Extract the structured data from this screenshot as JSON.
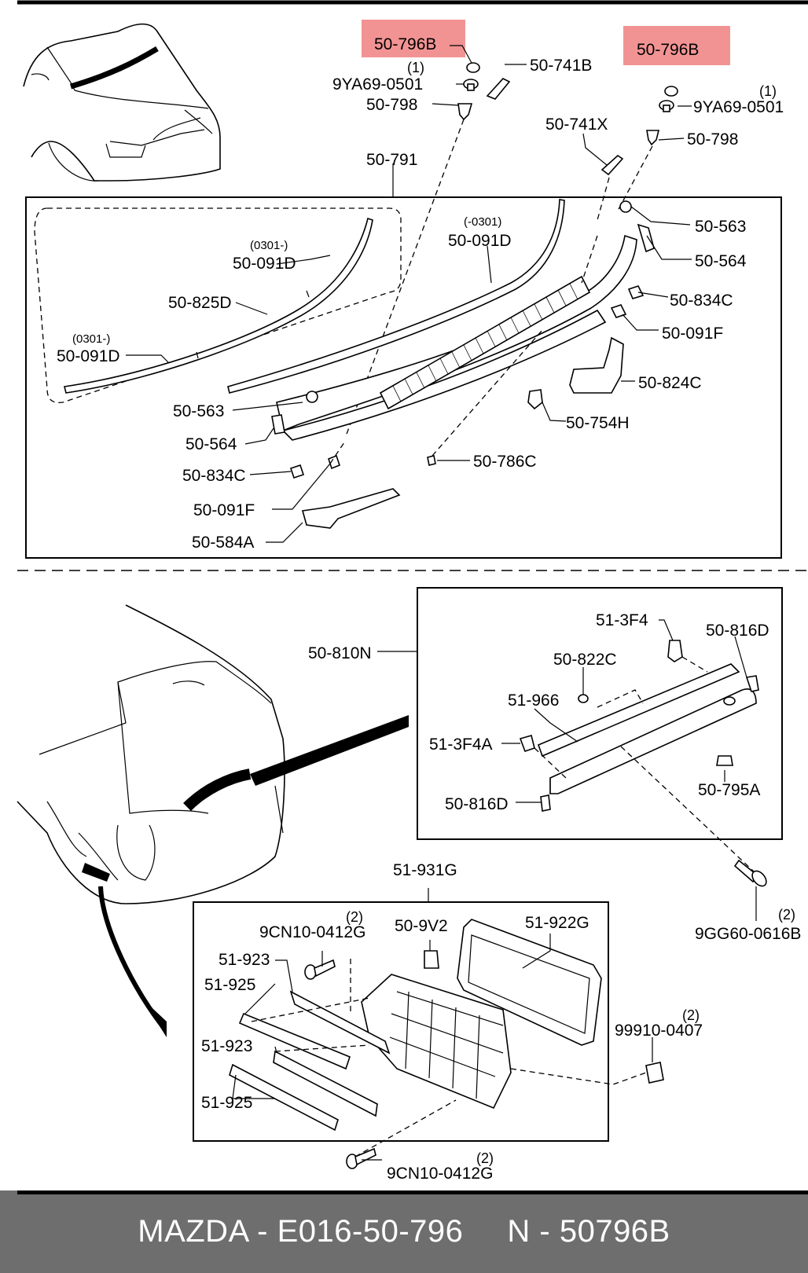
{
  "callouts": {
    "c_50_796B_left": "50-796B",
    "c_50_796B_right": "50-796B",
    "c_9YA69_0501_left": "9YA69-0501",
    "c_9YA69_0501_right": "9YA69-0501",
    "q_1_left": "(1)",
    "q_1_right": "(1)",
    "c_50_798_left": "50-798",
    "c_50_798_right": "50-798",
    "c_50_741B": "50-741B",
    "c_50_741X": "50-741X",
    "c_50_791": "50-791",
    "d_0301_from_a": "(0301-)",
    "c_50_091D_a": "50-091D",
    "d_to_0301": "(-0301)",
    "c_50_091D_b": "50-091D",
    "c_50_825D": "50-825D",
    "d_0301_from_c": "(0301-)",
    "c_50_091D_c": "50-091D",
    "c_50_563_right": "50-563",
    "c_50_564_right": "50-564",
    "c_50_834C_right": "50-834C",
    "c_50_091F_right": "50-091F",
    "c_50_824C": "50-824C",
    "c_50_563_left": "50-563",
    "c_50_754H": "50-754H",
    "c_50_564_left": "50-564",
    "c_50_786C": "50-786C",
    "c_50_834C_left": "50-834C",
    "c_50_091F_left": "50-091F",
    "c_50_584A": "50-584A",
    "c_51_3F4": "51-3F4",
    "c_50_816D_top": "50-816D",
    "c_50_810N": "50-810N",
    "c_50_822C": "50-822C",
    "c_51_966": "51-966",
    "c_51_3F4A": "51-3F4A",
    "c_50_795A": "50-795A",
    "c_50_816D_bottom": "50-816D",
    "q_2_9GG": "(2)",
    "c_9GG60_0616B": "9GG60-0616B",
    "c_51_931G": "51-931G",
    "q_2_9CN_top": "(2)",
    "c_9CN10_0412G_top": "9CN10-0412G",
    "c_50_9V2": "50-9V2",
    "c_51_922G": "51-922G",
    "c_51_923_a": "51-923",
    "c_51_925_a": "51-925",
    "q_2_99910": "(2)",
    "c_99910_0407": "99910-0407",
    "c_51_923_b": "51-923",
    "c_51_925_b": "51-925",
    "q_2_9CN_bottom": "(2)",
    "c_9CN10_0412G_bottom": "9CN10-0412G"
  },
  "highlight_color": "#f08080",
  "footer": {
    "brand_part": "MAZDA - E016-50-796",
    "n_part": "N - 50796B",
    "background": "#6e6e6e",
    "text_color": "#ffffff"
  }
}
